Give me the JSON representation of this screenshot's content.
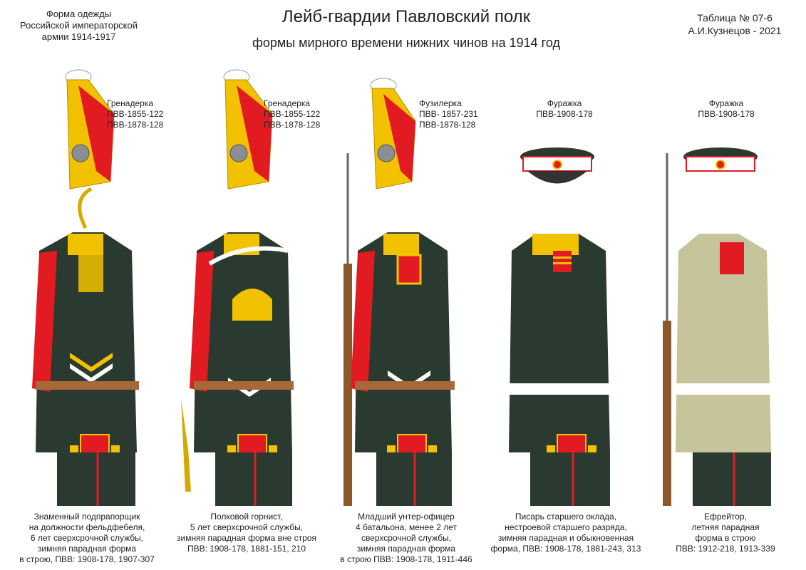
{
  "header": {
    "left": [
      "Форма одежды",
      "Российской императорской",
      "армии 1914-1917"
    ],
    "title": "Лейб-гвардии Павловский полк",
    "subtitle": "формы мирного времени нижних чинов на 1914 год",
    "right": [
      "Таблица № 07-6",
      "А.И.Кузнецов - 2021"
    ]
  },
  "colors": {
    "uniform": "#2b3a30",
    "red": "#e21b23",
    "gold": "#f2c200",
    "khaki": "#c5c49a",
    "white": "#ffffff",
    "belt": "#a7693a"
  },
  "figures": [
    {
      "headwear": [
        "Гренадерка",
        "ПВВ-1855-122",
        "ПВВ-1878-128"
      ],
      "caption": [
        "Знаменный подпрапорщик",
        "на должности фельдфебеля,",
        "6 лет сверхсрочной службы,",
        "зимняя парадная форма",
        "в строю, ПВВ: 1908-178, 1907-307"
      ]
    },
    {
      "headwear": [
        "Гренадерка",
        "ПВВ-1855-122",
        "ПВВ-1878-128"
      ],
      "caption": [
        "Полковой горнист,",
        "5 лет сверхсрочной службы,",
        "зимняя парадная форма вне строя",
        "ПВВ: 1908-178, 1881-151, 210"
      ]
    },
    {
      "headwear": [
        "Фузилерка",
        "ПВВ- 1857-231",
        "ПВВ-1878-128"
      ],
      "caption": [
        "Младший унтер-офицер",
        "4 батальона, менее 2 лет",
        "сверхсрочной службы,",
        "зимняя парадная форма",
        "в строю ПВВ: 1908-178, 1911-446"
      ]
    },
    {
      "headwear": [
        "Фуражка",
        "ПВВ-1908-178"
      ],
      "caption": [
        "Писарь старшего оклада,",
        "нестроевой старшего разряда,",
        "зимняя парадная и обыкновенная",
        "форма, ПВВ: 1908-178, 1881-243, 313"
      ]
    },
    {
      "headwear": [
        "Фуражка",
        "ПВВ-1908-178"
      ],
      "caption": [
        "Ефрейтор,",
        "летняя парадная",
        "форма в строю",
        "ПВВ: 1912-218, 1913-339"
      ]
    }
  ]
}
